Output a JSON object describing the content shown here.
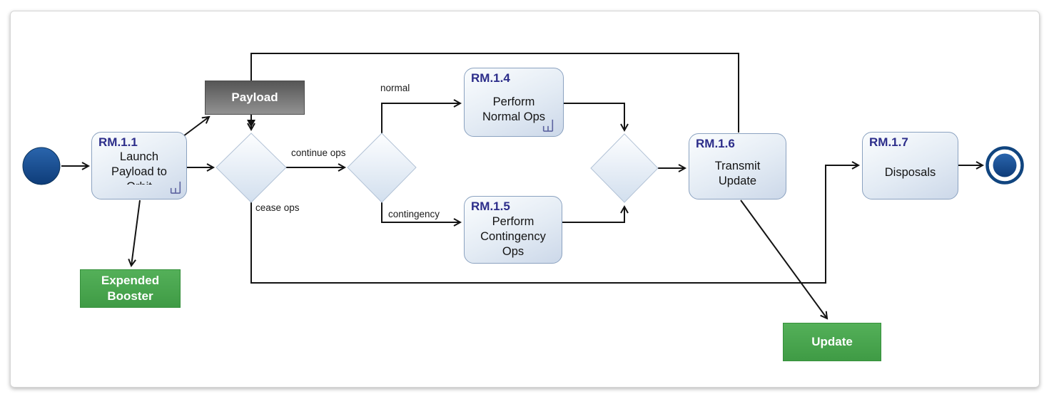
{
  "nodes": {
    "rm11": {
      "id": "RM.1.1",
      "body": "Launch\nPayload to\nOrbit"
    },
    "rm14": {
      "id": "RM.1.4",
      "body": "Perform\nNormal Ops"
    },
    "rm15": {
      "id": "RM.1.5",
      "body": "Perform\nContingency\nOps"
    },
    "rm16": {
      "id": "RM.1.6",
      "body": "Transmit\nUpdate"
    },
    "rm17": {
      "id": "RM.1.7",
      "body": "Disposals"
    },
    "payload": {
      "label": "Payload"
    },
    "expended_booster": {
      "label": "Expended\nBooster"
    },
    "update": {
      "label": "Update"
    }
  },
  "edge_labels": {
    "continue_ops": "continue ops",
    "cease_ops": "cease ops",
    "normal": "normal",
    "contingency": "contingency"
  },
  "edges": [
    {
      "from": "start",
      "to": "RM.1.1"
    },
    {
      "from": "RM.1.1",
      "to": "decision-1"
    },
    {
      "from": "RM.1.1",
      "to": "Payload"
    },
    {
      "from": "RM.1.1",
      "to": "Expended Booster"
    },
    {
      "from": "Payload",
      "to": "decision-1"
    },
    {
      "from": "decision-1",
      "to": "decision-2",
      "label": "continue ops"
    },
    {
      "from": "decision-1",
      "to": "RM.1.7",
      "label": "cease ops"
    },
    {
      "from": "decision-2",
      "to": "RM.1.4",
      "label": "normal"
    },
    {
      "from": "decision-2",
      "to": "RM.1.5",
      "label": "contingency"
    },
    {
      "from": "RM.1.4",
      "to": "merge"
    },
    {
      "from": "RM.1.5",
      "to": "merge"
    },
    {
      "from": "merge",
      "to": "RM.1.6"
    },
    {
      "from": "RM.1.6",
      "to": "decision-1"
    },
    {
      "from": "RM.1.6",
      "to": "Update"
    },
    {
      "from": "RM.1.7",
      "to": "final"
    }
  ],
  "icons": {
    "rm11": "rake",
    "rm14": "rake"
  },
  "colors": {
    "activity_title": "#2c2d8a",
    "activity_border": "#8ba2c0",
    "object_green": "#459c4b",
    "object_gray": "#6e6e6e",
    "node_navy": "#11457f",
    "edge": "#131313"
  }
}
